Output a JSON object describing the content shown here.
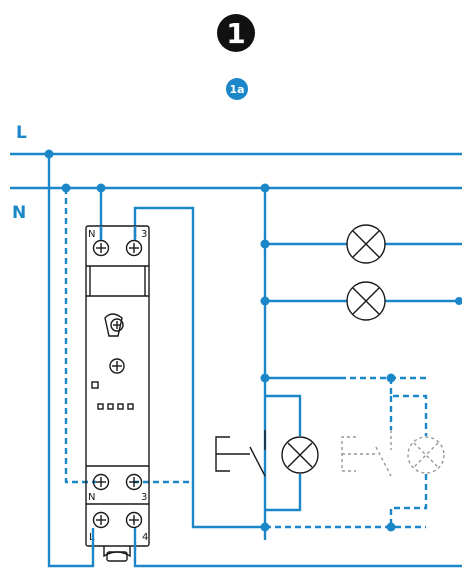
{
  "step": {
    "number": "1",
    "sub": "1a"
  },
  "bus": {
    "line": "L",
    "neutral": "N"
  },
  "device": {
    "top_terminals": [
      "N",
      "3"
    ],
    "bottom_terminals_upper": [
      "N",
      "3"
    ],
    "bottom_terminals_lower": [
      "L",
      "4"
    ]
  },
  "colors": {
    "wire": "#1b87c9",
    "device": "#1a1a1a",
    "badge_dark": "#111111"
  },
  "icons": [
    "lamp-icon",
    "pushbutton-icon",
    "terminal-screw-icon",
    "rotary-knob-icon",
    "led-indicator-icon"
  ]
}
